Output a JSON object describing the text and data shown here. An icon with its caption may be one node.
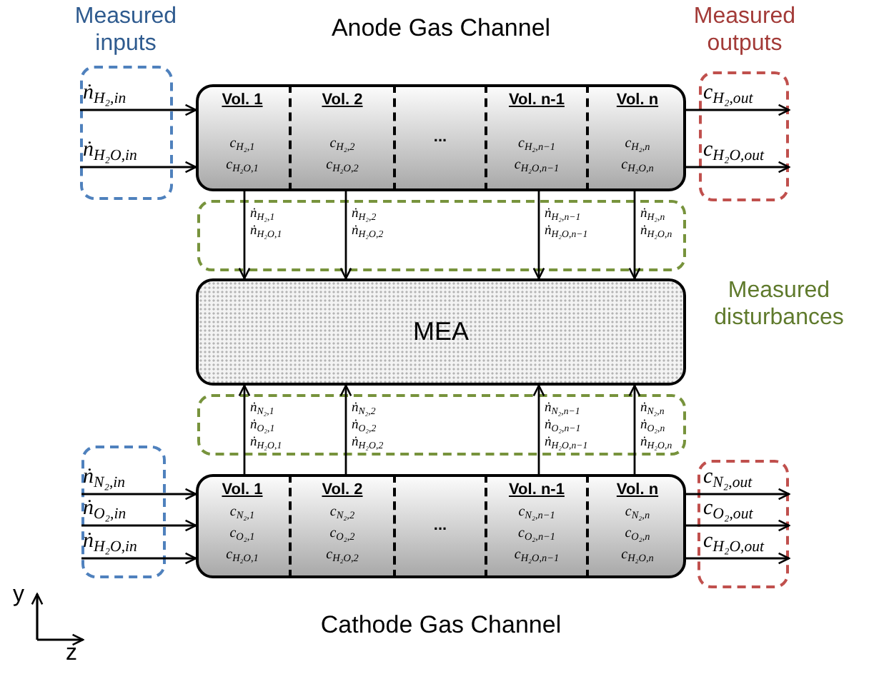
{
  "diagram": {
    "nodes": [
      {
        "text": [
          "Measured inputs"
        ]
      },
      {
        "text": [
          "Anode Gas Channel"
        ]
      },
      {
        "text": [
          "Vol. 1",
          "c$_{H₂,1}$",
          "c$_{H₂O,1}$"
        ],
        "in": 1
      },
      {
        "text": [
          "Vol. 2",
          "c$_{H₂,2}$",
          "c$_{H₂O,2}$"
        ],
        "in": 1
      },
      {
        "text": [
          "..."
        ],
        "in": 1
      },
      {
        "text": [
          "Vol. n-1",
          "c$_{H₂,n−1}$",
          "c$_{H₂O,n−1}$"
        ],
        "in": 1
      },
      {
        "text": [
          "Vol. n",
          "c$_{H₂,n}$",
          "c$_{H₂O,n}$"
        ],
        "in": 1
      },
      {
        "text": [
          "Measured outputs"
        ]
      },
      {
        "text": [
          "MEA"
        ]
      },
      {
        "text": [],
        "shape": "box"
      },
      {
        "text": [
          "Cathode Gas Channel"
        ]
      },
      {
        "text": [
          "Vol. 1",
          "c$_{N₂,1}$",
          "c$_{O₂,1}$",
          "c$_{H₂O,1}$"
        ],
        "in": 10
      },
      {
        "text": [
          "Vol. 2",
          "c$_{N₂,2}$",
          "c$_{O₂,2}$",
          "c$_{H₂O,2}$"
        ],
        "in": 10
      },
      {
        "text": [
          "..."
        ],
        "in": 10
      },
      {
        "text": [
          "Vol. n-1",
          "c$_{N₂,n−1}$",
          "c$_{O₂,n−1}$",
          "c$_{H₂O,n−1}$"
        ],
        "in": 10
      },
      {
        "text": [
          "Vol. n",
          "c$_{N₂,n}$",
          "c$_{O₂,n}$",
          "c$_{H₂O,n}$"
        ],
        "in": 10
      },
      {
        "text": [],
        "shape": "box"
      }
    ],
    "edges": [
      {
        "from": 0,
        "to": 2,
        "arrow": "to",
        "label": "ṅ$_{H₂,in}$"
      },
      {
        "from": 0,
        "to": 2,
        "arrow": "to",
        "label": "ṅ$_{H₂O,in}$"
      },
      {
        "from": 6,
        "to": 7,
        "arrow": "to",
        "label": "c$_{H₂,out}$"
      },
      {
        "from": 6,
        "to": 7,
        "arrow": "to",
        "label": "c$_{H₂O,out}$"
      },
      {
        "from": 2,
        "to": 8,
        "arrow": "to",
        "label": "ṅ$_{H₂,1}$ ṅ$_{H₂O,1}$"
      },
      {
        "from": 3,
        "to": 8,
        "arrow": "to",
        "label": "ṅ$_{H₂,2}$ ṅ$_{H₂O,2}$"
      },
      {
        "from": 5,
        "to": 8,
        "arrow": "to",
        "label": "ṅ$_{H₂,n−1}$ ṅ$_{H₂O,n−1}$"
      },
      {
        "from": 6,
        "to": 8,
        "arrow": "to",
        "label": "ṅ$_{H₂,n}$ ṅ$_{H₂O,n}$"
      },
      {
        "from": 11,
        "to": 8,
        "arrow": "to",
        "label": "ṅ$_{N₂,1}$ ṅ$_{O₂,1}$ ṅ$_{H₂O,1}$"
      },
      {
        "from": 12,
        "to": 8,
        "arrow": "to",
        "label": "ṅ$_{N₂,2}$ ṅ$_{O₂,2}$ ṅ$_{H₂O,2}$"
      },
      {
        "from": 14,
        "to": 8,
        "arrow": "to",
        "label": "ṅ$_{N₂,n−1}$ ṅ$_{O₂,n−1}$ ṅ$_{H₂O,n−1}$"
      },
      {
        "from": 15,
        "to": 8,
        "arrow": "to",
        "label": "ṅ$_{N₂,n}$ ṅ$_{O₂,n}$ ṅ$_{H₂O,n}$"
      },
      {
        "from": 9,
        "to": 11,
        "arrow": "to",
        "label": "ṅ$_{N₂,in}$"
      },
      {
        "from": 9,
        "to": 11,
        "arrow": "to",
        "label": "ṅ$_{O₂,in}$"
      },
      {
        "from": 9,
        "to": 11,
        "arrow": "to",
        "label": "ṅ$_{H₂O,in}$"
      },
      {
        "from": 15,
        "to": 16,
        "arrow": "to",
        "label": "c$_{N₂,out}$"
      },
      {
        "from": 15,
        "to": 16,
        "arrow": "to",
        "label": "c$_{O₂,out}$"
      },
      {
        "from": 15,
        "to": 16,
        "arrow": "to",
        "label": "c$_{H₂O,out}$"
      }
    ],
    "labels": [
      "Measured disturbances",
      "y",
      "z"
    ]
  }
}
